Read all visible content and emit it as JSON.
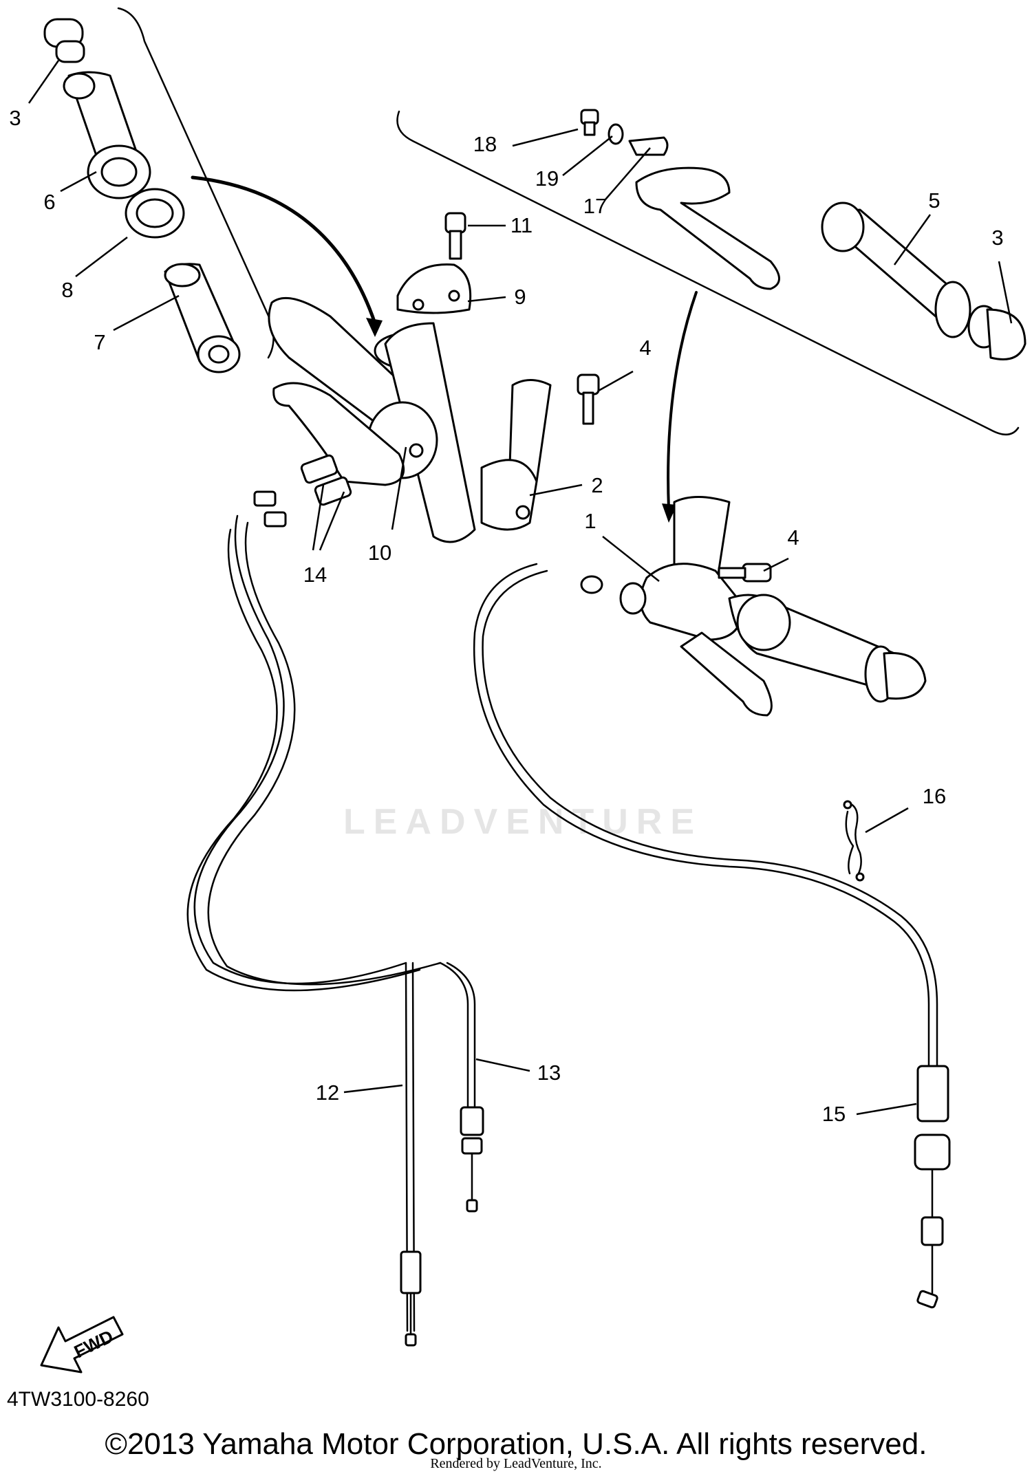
{
  "diagram": {
    "callouts": [
      {
        "id": "c1",
        "text": "1"
      },
      {
        "id": "c2",
        "text": "2"
      },
      {
        "id": "c3a",
        "text": "3"
      },
      {
        "id": "c3b",
        "text": "3"
      },
      {
        "id": "c4a",
        "text": "4"
      },
      {
        "id": "c4b",
        "text": "4"
      },
      {
        "id": "c5",
        "text": "5"
      },
      {
        "id": "c6",
        "text": "6"
      },
      {
        "id": "c7",
        "text": "7"
      },
      {
        "id": "c8",
        "text": "8"
      },
      {
        "id": "c9",
        "text": "9"
      },
      {
        "id": "c10",
        "text": "10"
      },
      {
        "id": "c11",
        "text": "11"
      },
      {
        "id": "c12",
        "text": "12"
      },
      {
        "id": "c13",
        "text": "13"
      },
      {
        "id": "c14",
        "text": "14"
      },
      {
        "id": "c15",
        "text": "15"
      },
      {
        "id": "c16",
        "text": "16"
      },
      {
        "id": "c17",
        "text": "17"
      },
      {
        "id": "c18",
        "text": "18"
      },
      {
        "id": "c19",
        "text": "19"
      }
    ],
    "fwd_label": "FWD",
    "diagram_code": "4TW3100-8260",
    "watermark": "LEADVENTURE",
    "copyright": "©2013 Yamaha Motor Corporation, U.S.A. All rights reserved.",
    "rendered_by": "Rendered by LeadVenture, Inc."
  }
}
